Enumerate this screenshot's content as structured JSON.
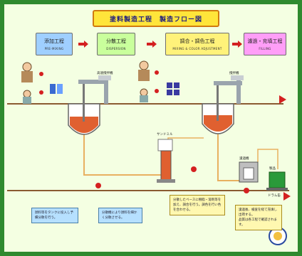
{
  "title": "塗料製造工程　製造フロー図",
  "stages": [
    {
      "label": "添加工程",
      "sub": "PRE-MIXING",
      "color": "#9fcfff"
    },
    {
      "label": "分散工程",
      "sub": "DISPERSION",
      "color": "#c9ff9c"
    },
    {
      "label": "調合・調色工程",
      "sub": "MIXING & COLOR ADJUSTMENT",
      "color": "#fff27a"
    },
    {
      "label": "濾過・充填工程",
      "sub": "FILLING",
      "color": "#ff9ef7"
    }
  ],
  "equipment_labels": {
    "mixer_1": "高速撹拌機",
    "mixer_2": "撹拌機",
    "mill": "サンドミル",
    "filter": "濾過機",
    "product": "製品",
    "drum": "ドラム缶"
  },
  "notes": [
    "顔料等をタンクに投入し予備分散を行う。",
    "分散機により顔料を細かく分散させる。",
    "分散したベースに樹脂・溶剤等を加え、調合を行う。調色を行い色を合わせる。",
    "濾過後、検査を経て充填し出荷する。"
  ],
  "note_extra": "品質は各工程で確認されます。",
  "colors": {
    "frame": "#2f8a2f",
    "canvas": "#f4ffe2",
    "arrow": "#d42020",
    "pipe": "#e8b060",
    "tank_fill": "#e06030",
    "floor": "#8a5a30"
  }
}
